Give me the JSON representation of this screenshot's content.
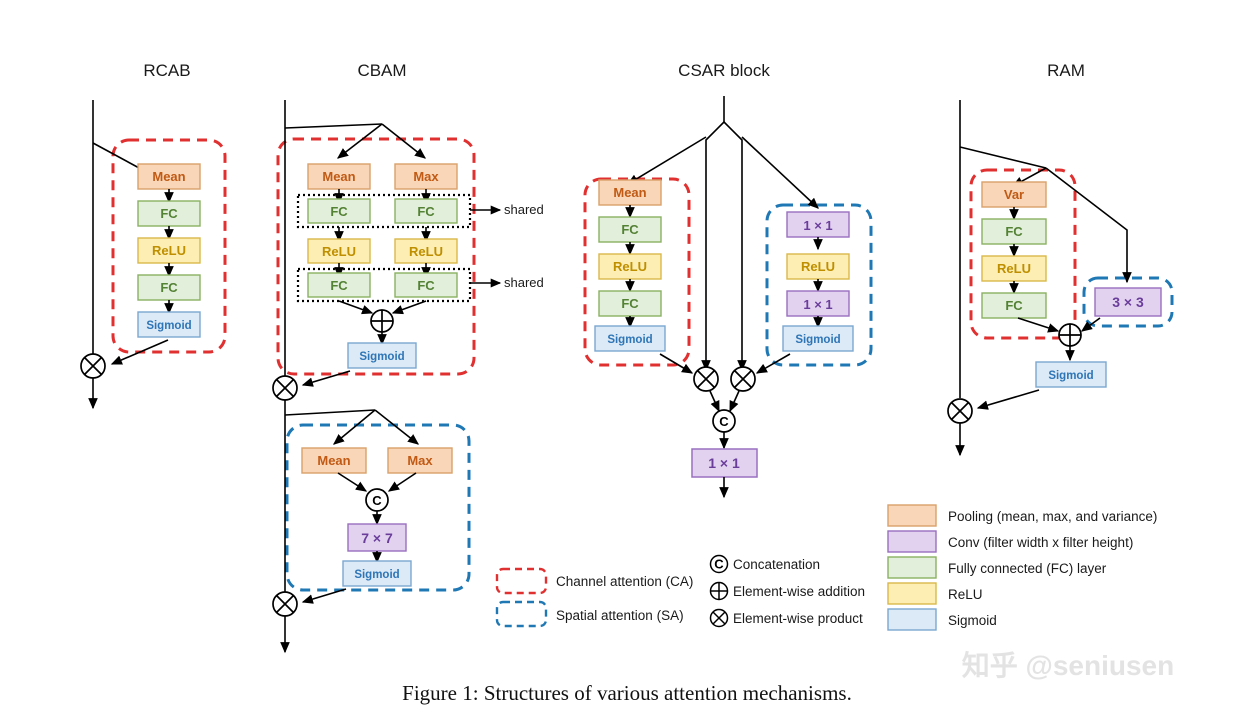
{
  "figure": {
    "caption": "Figure 1: Structures of various attention mechanisms.",
    "watermark": "知乎 @seniusen"
  },
  "colors": {
    "pooling_fill": "#fad6b8",
    "pooling_stroke": "#d9a06a",
    "pooling_text": "#c05a14",
    "conv_fill": "#e2d2f0",
    "conv_stroke": "#9a6fc0",
    "conv_text": "#6a3d9a",
    "fc_fill": "#e2efda",
    "fc_stroke": "#8ab162",
    "fc_text": "#548235",
    "relu_fill": "#fdeeb4",
    "relu_stroke": "#d9b84a",
    "relu_text": "#bf8f00",
    "sigmoid_fill": "#dceaf7",
    "sigmoid_stroke": "#7ba7d0",
    "sigmoid_text": "#2e75b6",
    "channel_attention": "#e03030",
    "spatial_attention": "#1f78b4",
    "line": "#000000"
  },
  "diagrams": [
    {
      "title": "RCAB",
      "blocks": [
        {
          "label": "Mean",
          "kind": "pooling"
        },
        {
          "label": "FC",
          "kind": "fc"
        },
        {
          "label": "ReLU",
          "kind": "relu"
        },
        {
          "label": "FC",
          "kind": "fc"
        },
        {
          "label": "Sigmoid",
          "kind": "sigmoid"
        }
      ],
      "groups": [
        {
          "kind": "channel_attention"
        }
      ],
      "operators": [
        "element-wise-product"
      ]
    },
    {
      "title": "CBAM",
      "channel_branch": {
        "left": [
          "Mean",
          "FC",
          "ReLU",
          "FC"
        ],
        "right": [
          "Max",
          "FC",
          "ReLU",
          "FC"
        ],
        "shared_labels": [
          "shared",
          "shared"
        ],
        "merge": "element-wise-addition",
        "output": "Sigmoid"
      },
      "spatial_branch": {
        "left": "Mean",
        "right": "Max",
        "merge": "concatenation",
        "conv": "7 × 7",
        "output": "Sigmoid"
      },
      "operators": [
        "element-wise-product",
        "element-wise-product"
      ]
    },
    {
      "title": "CSAR block",
      "channel_branch": [
        "Mean",
        "FC",
        "ReLU",
        "FC",
        "Sigmoid"
      ],
      "spatial_branch": [
        "1 × 1",
        "ReLU",
        "1 × 1",
        "Sigmoid"
      ],
      "merge": "concatenation",
      "output_conv": "1 × 1",
      "operators": [
        "element-wise-product",
        "element-wise-product"
      ]
    },
    {
      "title": "RAM",
      "channel_branch": [
        "Var",
        "FC",
        "ReLU",
        "FC"
      ],
      "spatial_branch": [
        "3 × 3"
      ],
      "merge": "element-wise-addition",
      "output": "Sigmoid",
      "operators": [
        "element-wise-product"
      ]
    }
  ],
  "legend_group": {
    "items": [
      {
        "label": "Channel attention (CA)",
        "style": "dashed-red-box"
      },
      {
        "label": "Spatial attention (SA)",
        "style": "dashed-blue-box"
      }
    ]
  },
  "legend_ops": {
    "items": [
      {
        "glyph": "C",
        "label": "Concatenation",
        "icon": "circle-c-icon"
      },
      {
        "glyph": "+",
        "label": "Element-wise addition",
        "icon": "circle-plus-icon"
      },
      {
        "glyph": "×",
        "label": "Element-wise product",
        "icon": "circle-times-icon"
      }
    ]
  },
  "legend_colors": {
    "items": [
      {
        "label": "Pooling (mean, max, and variance)",
        "kind": "pooling"
      },
      {
        "label": "Conv (filter width x filter height)",
        "kind": "conv"
      },
      {
        "label": "Fully connected (FC) layer",
        "kind": "fc"
      },
      {
        "label": "ReLU",
        "kind": "relu"
      },
      {
        "label": "Sigmoid",
        "kind": "sigmoid"
      }
    ]
  }
}
